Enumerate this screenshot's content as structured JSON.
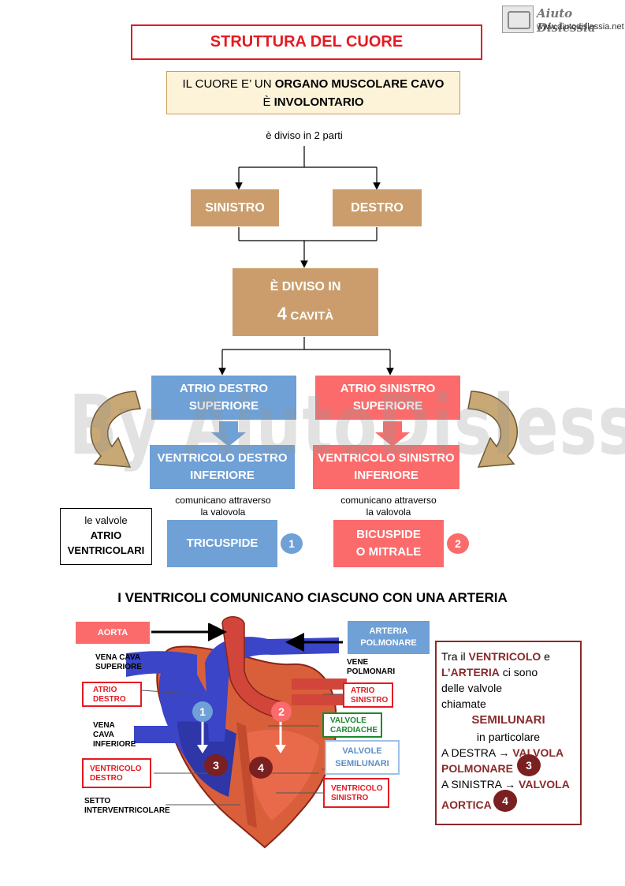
{
  "logo": {
    "name": "Aiuto Dislessia",
    "url": "www.aiutodislessia.net"
  },
  "watermark": "By AiutoDislessia.net",
  "title": "STRUTTURA DEL CUORE",
  "intro": {
    "a": "IL CUORE E’ UN ",
    "b": "ORGANO MUSCOLARE CAVO",
    "c": "È ",
    "d": "INVOLONTARIO"
  },
  "divided_label": "è diviso in 2 parti",
  "sides": {
    "left": "SINISTRO",
    "right": "DESTRO"
  },
  "cavities": {
    "line1": "È DIVISO IN",
    "num": "4",
    "word": "CAVITÀ"
  },
  "chambers": {
    "atrio_destro": [
      "ATRIO DESTRO",
      "SUPERIORE"
    ],
    "atrio_sinistro": [
      "ATRIO SINISTRO",
      "SUPERIORE"
    ],
    "ventricolo_destro": [
      "VENTRICOLO DESTRO",
      "INFERIORE"
    ],
    "ventricolo_sinistro": [
      "VENTRICOLO  SINISTRO",
      "INFERIORE"
    ]
  },
  "communicate": [
    "comunicano attraverso",
    "la valovola"
  ],
  "valves_box": {
    "line1": "le valvole",
    "line2": "ATRIO",
    "line3": "VENTRICOLARI"
  },
  "tricuspide": "TRICUSPIDE",
  "bicuspide": [
    "BICUSPIDE",
    "O MITRALE"
  ],
  "nums": [
    "1",
    "2",
    "3",
    "4"
  ],
  "section_title": "I VENTRICOLI COMUNICANO CIASCUNO CON UNA ARTERIA",
  "labels": {
    "aorta": "AORTA",
    "arteria": [
      "ARTERIA",
      "POLMONARE"
    ],
    "vena_sup": [
      "VENA CAVA",
      "SUPERIORE"
    ],
    "vene_polm": [
      "VENE",
      "POLMONARI"
    ],
    "atrio_d": [
      "ATRIO",
      "DESTRO"
    ],
    "atrio_s": [
      "ATRIO",
      "SINISTRO"
    ],
    "vena_inf": [
      "VENA",
      "CAVA",
      "INFERIORE"
    ],
    "valvole_card": [
      "VALVOLE",
      "CARDIACHE"
    ],
    "valvole_semi": [
      "VALVOLE",
      "SEMILUNARI"
    ],
    "ventr_d": [
      "VENTRICOLO",
      "DESTRO"
    ],
    "ventr_s": [
      "VENTRICOLO",
      "SINISTRO"
    ],
    "setto": [
      "SETTO",
      "INTERVENTRICOLARE"
    ]
  },
  "side_text": {
    "t1": "Tra il ",
    "t2": "VENTRICOLO",
    "t3": " e",
    "t4": "L’ARTERIA",
    "t5": " ci sono",
    "t6": "delle valvole",
    "t7": "chiamate",
    "t8": "SEMILUNARI",
    "t9": "in particolare",
    "t10": "A DESTRA → ",
    "t11": "VALVOLA",
    "t12": "POLMONARE",
    "t13": "A SINISTRA → ",
    "t14": "VALVOLA",
    "t15": "AORTICA"
  },
  "colors": {
    "title_red": "#e31b23",
    "tan": "#cb9d6c",
    "blue": "#6fa0d6",
    "red": "#fb6b6b",
    "maroon": "#8a2a2a"
  }
}
